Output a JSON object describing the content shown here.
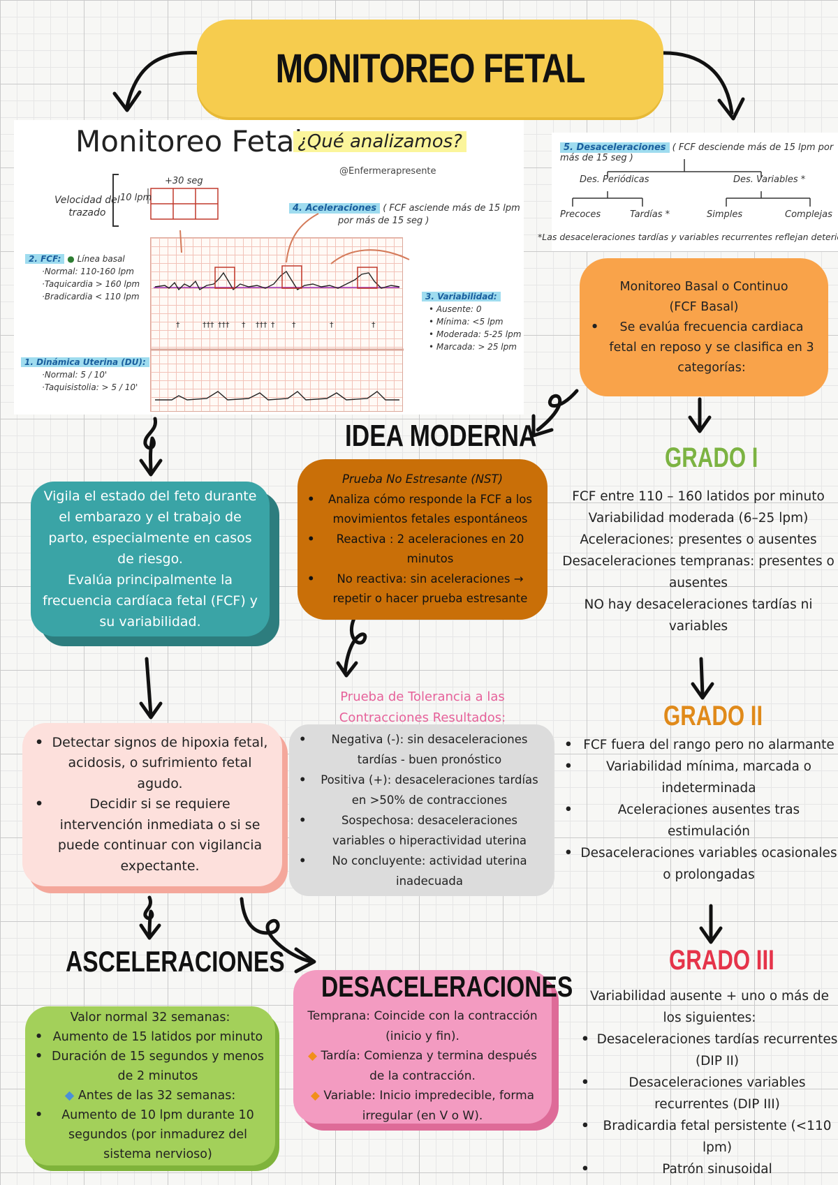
{
  "title": "MONITOREO FETAL",
  "image_panel": {
    "heading": "Monitoreo Fetal:",
    "question": "¿Qué analizamos?",
    "credit": "@Enfermerapresente",
    "velocity_label": [
      "Velocidad del",
      "trazado"
    ],
    "scale_lpm": "10 lpm",
    "scale_seg": "30 seg",
    "accelerations_tag": "4. Aceleraciones",
    "accelerations_desc": [
      "( FCF asciende más de 15 lpm",
      "por más de 15 seg )"
    ],
    "fcf_tag": "2. FCF:",
    "fcf_items": [
      "Línea basal",
      "·Normal: 110-160 lpm",
      "·Taquicardia > 160 lpm",
      "·Bradicardia < 110 lpm"
    ],
    "variability_tag": "3. Variabilidad:",
    "variability_items": [
      "• Ausente: 0",
      "• Mínima: <5 lpm",
      "• Moderada: 5-25 lpm",
      "• Marcada: > 25 lpm"
    ],
    "uterine_tag": "1. Dinámica Uterina (DU):",
    "uterine_items": [
      "·Normal: 5 / 10'",
      "·Taquisistolia: > 5 / 10'"
    ]
  },
  "decel_panel": {
    "tag": "5. Desaceleraciones",
    "desc": "( FCF desciende más de 15 lpm por más de 15 seg )",
    "branches": [
      "Des. Periódicas",
      "Des. Variables *"
    ],
    "leaves": [
      "Precoces",
      "Tardías *",
      "Simples",
      "Complejas"
    ],
    "note": "*Las desaceleraciones tardías y variables recurrentes reflejan deterioro del"
  },
  "teal_box": {
    "lines": [
      "Vigila el estado del feto durante el embarazo y el trabajo de parto, especialmente en casos de riesgo.",
      "Evalúa principalmente la frecuencia cardíaca fetal (FCF) y su variabilidad."
    ]
  },
  "idea_moderna": "IDEA MODERNA",
  "nst_box": {
    "head": "Prueba No Estresante (NST)",
    "items": [
      "Analiza cómo responde la FCF a los movimientos fetales espontáneos",
      "Reactiva : 2 aceleraciones en 20 minutos",
      "No reactiva: sin aceleraciones → repetir o hacer prueba estresante"
    ]
  },
  "basal_box": {
    "lines": [
      "Monitoreo Basal o Continuo",
      "(FCF Basal)"
    ],
    "item": "Se evalúa frecuencia cardiaca fetal en reposo y se clasifica en 3 categorías:"
  },
  "grade1": {
    "title": "GRADO I",
    "lines": [
      "FCF entre 110 – 160 latidos por minuto",
      "Variabilidad moderada (6–25 lpm)",
      "Aceleraciones: presentes o ausentes",
      "Desaceleraciones tempranas: presentes o ausentes",
      "NO hay desaceleraciones tardías ni variables"
    ]
  },
  "detect_box": {
    "items": [
      "Detectar signos de hipoxia fetal, acidosis, o sufrimiento fetal agudo.",
      "Decidir si se requiere intervención inmediata o si se puede continuar con vigilancia expectante."
    ]
  },
  "tolerance": {
    "title": "Prueba de Tolerancia a las Contracciones Resultados:",
    "items": [
      "Negativa (-): sin desaceleraciones tardías - buen pronóstico",
      "Positiva (+): desaceleraciones tardías en >50% de contracciones",
      "Sospechosa: desaceleraciones variables o hiperactividad uterina",
      "No concluyente: actividad uterina inadecuada"
    ]
  },
  "grade2": {
    "title": "GRADO II",
    "items": [
      "FCF fuera del rango pero no alarmante",
      "Variabilidad mínima, marcada o indeterminada",
      "Aceleraciones ausentes tras estimulación",
      "Desaceleraciones variables ocasionales o prolongadas"
    ]
  },
  "asceleraciones": {
    "title": "ASCELERACIONES",
    "head": "Valor normal 32 semanas:",
    "items": [
      "Aumento de    15 latidos por minuto",
      "Duración de    15 segundos y menos de 2 minutos"
    ],
    "head2": "Antes de las 32 semanas:",
    "items2": [
      "Aumento de    10 lpm durante    10 segundos (por inmadurez del sistema nervioso)"
    ]
  },
  "desaceleraciones": {
    "title": "DESACELERACIONES",
    "line1": "Temprana: Coincide con la contracción (inicio y fin).",
    "items": [
      "Tardía: Comienza y termina después de la contracción.",
      "Variable: Inicio impredecible, forma irregular (en V o W)."
    ]
  },
  "grade3": {
    "title": "GRADO III",
    "intro": "Variabilidad ausente + uno o más de los siguientes:",
    "items": [
      "Desaceleraciones tardías recurrentes (DIP II)",
      "Desaceleraciones variables recurrentes (DIP III)",
      "Bradicardia fetal persistente (<110 lpm)",
      "Patrón sinusoidal"
    ]
  },
  "colors": {
    "title_bg": "#f6cc4e",
    "teal": "#3aa4a6",
    "brown": "#c96f08",
    "orange": "#f9a34a",
    "grade1": "#7cb342",
    "grade2": "#e08a1a",
    "grade3": "#e5344a",
    "tolerance_title": "#e6619a"
  }
}
